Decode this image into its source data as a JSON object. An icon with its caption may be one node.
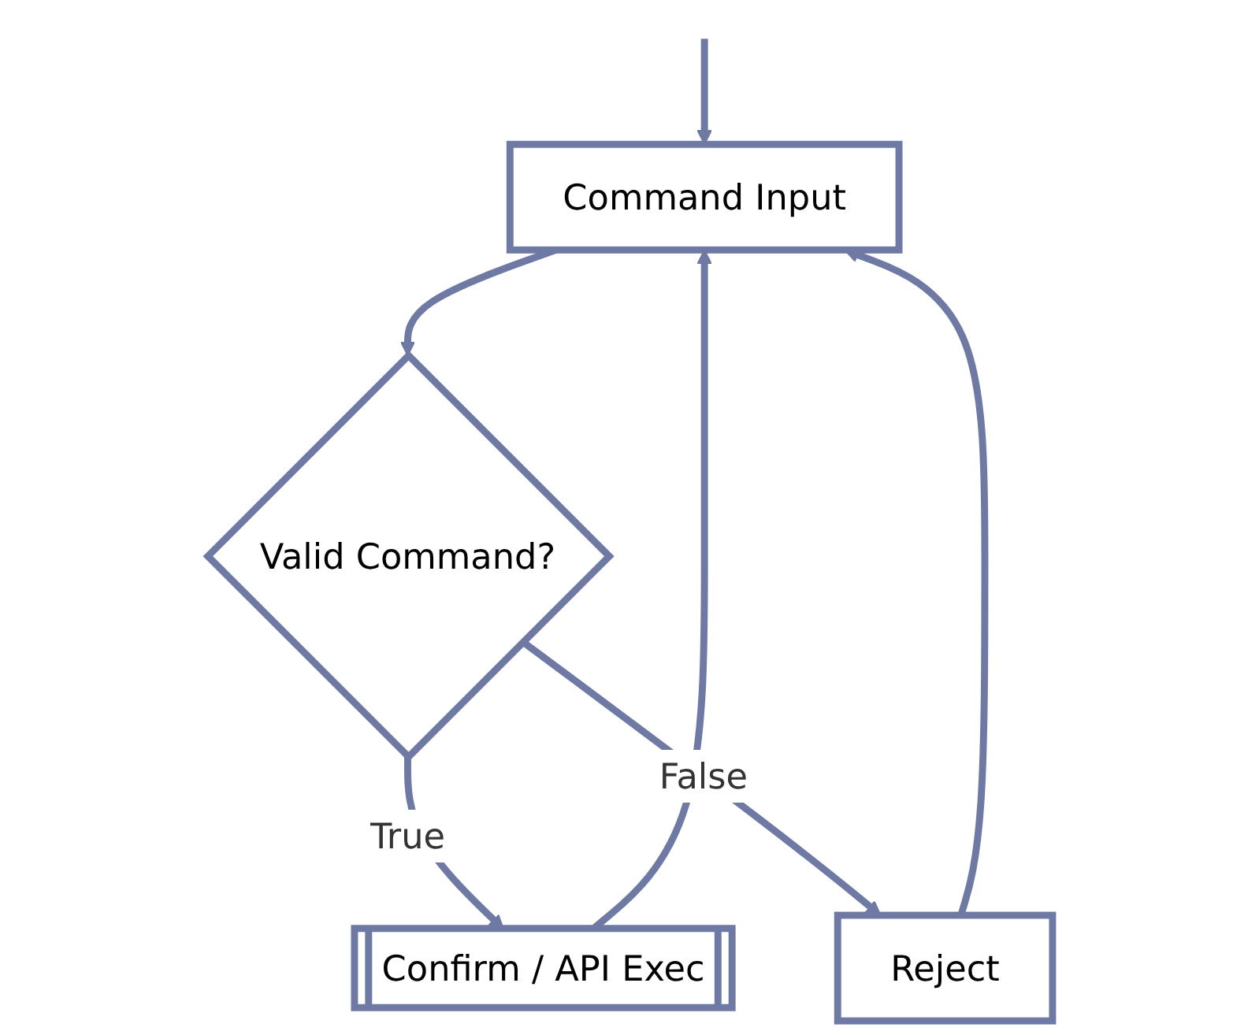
{
  "diagram": {
    "nodes": [
      {
        "text": [
          "Command Input"
        ]
      },
      {
        "text": [
          "Valid Command?"
        ]
      },
      {
        "text": [
          "Confirm / API Exec"
        ]
      },
      {
        "text": [
          "Reject"
        ]
      }
    ],
    "edges": [
      {
        "from": null,
        "to": 0,
        "arrow": "to"
      },
      {
        "from": 0,
        "to": 1,
        "arrow": "to"
      },
      {
        "from": 1,
        "to": 2,
        "label": "True",
        "arrow": "to"
      },
      {
        "from": 1,
        "to": 3,
        "label": "False",
        "arrow": "to"
      },
      {
        "from": 2,
        "to": 0,
        "arrow": "to"
      },
      {
        "from": 3,
        "to": 0,
        "arrow": "to"
      }
    ]
  }
}
